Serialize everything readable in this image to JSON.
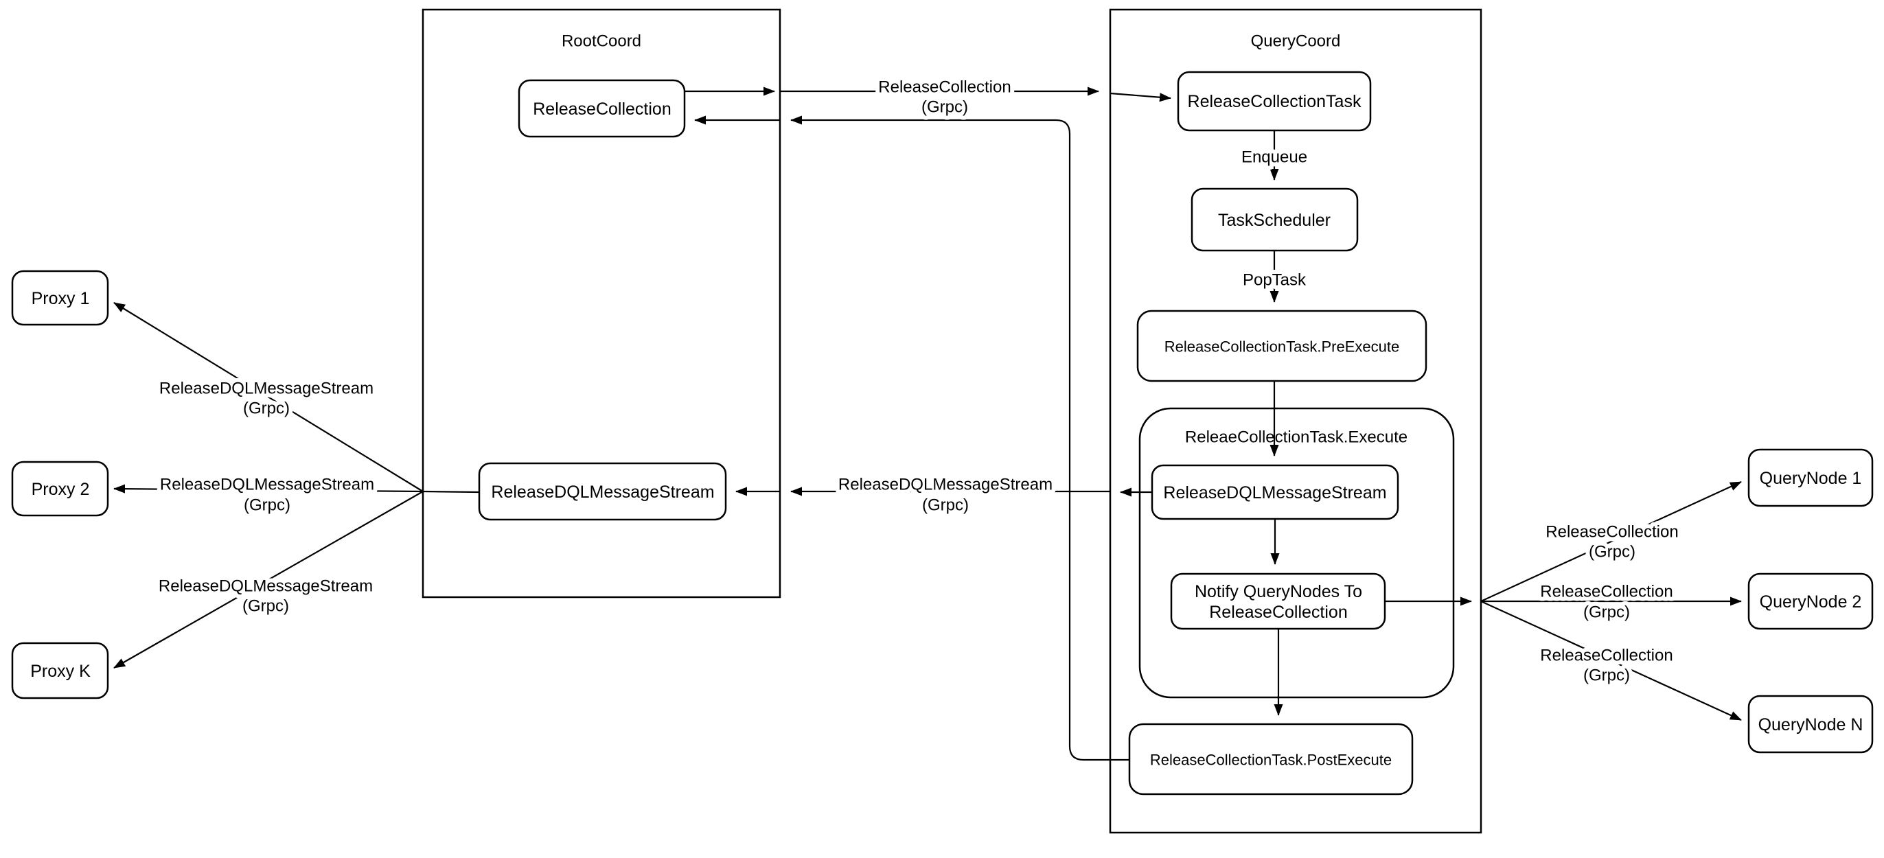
{
  "colors": {
    "stroke": "#000000",
    "node_fill": "#ffffff",
    "background": "#ffffff"
  },
  "containers": {
    "root_coord": {
      "title": "RootCoord"
    },
    "query_coord": {
      "title": "QueryCoord"
    },
    "execute_group": {
      "title": "ReleaeCollectionTask.Execute"
    }
  },
  "nodes": {
    "proxy_1": {
      "label": "Proxy 1"
    },
    "proxy_2": {
      "label": "Proxy 2"
    },
    "proxy_k": {
      "label": "Proxy K"
    },
    "release_collection": {
      "label": "ReleaseCollection"
    },
    "root_dql_stream": {
      "label": "ReleaseDQLMessageStream"
    },
    "release_collection_task": {
      "label": "ReleaseCollectionTask"
    },
    "task_scheduler": {
      "label": "TaskScheduler"
    },
    "pre_execute": {
      "label": "ReleaseCollectionTask.PreExecute"
    },
    "exec_dql_stream": {
      "label": "ReleaseDQLMessageStream"
    },
    "notify_querynodes": {
      "line1": "Notify QueryNodes To",
      "line2": "ReleaseCollection"
    },
    "post_execute": {
      "label": "ReleaseCollectionTask.PostExecute"
    },
    "query_node_1": {
      "label": "QueryNode 1"
    },
    "query_node_2": {
      "label": "QueryNode 2"
    },
    "query_node_n": {
      "label": "QueryNode N"
    }
  },
  "edge_labels": {
    "enqueue": {
      "text": "Enqueue"
    },
    "pop_task": {
      "text": "PopTask"
    },
    "rc_grpc_top": {
      "line1": "ReleaseCollection",
      "line2": "(Grpc)"
    },
    "dql_grpc_mid": {
      "line1": "ReleaseDQLMessageStream",
      "line2": "(Grpc)"
    },
    "dql_grpc_proxy1": {
      "line1": "ReleaseDQLMessageStream",
      "line2": "(Grpc)"
    },
    "dql_grpc_proxy2": {
      "line1": "ReleaseDQLMessageStream",
      "line2": "(Grpc)"
    },
    "dql_grpc_proxyk": {
      "line1": "ReleaseDQLMessageStream",
      "line2": "(Grpc)"
    },
    "rc_grpc_qn1": {
      "line1": "ReleaseCollection",
      "line2": "(Grpc)"
    },
    "rc_grpc_qn2": {
      "line1": "ReleaseCollection",
      "line2": "(Grpc)"
    },
    "rc_grpc_qnn": {
      "line1": "ReleaseCollection",
      "line2": "(Grpc)"
    }
  }
}
